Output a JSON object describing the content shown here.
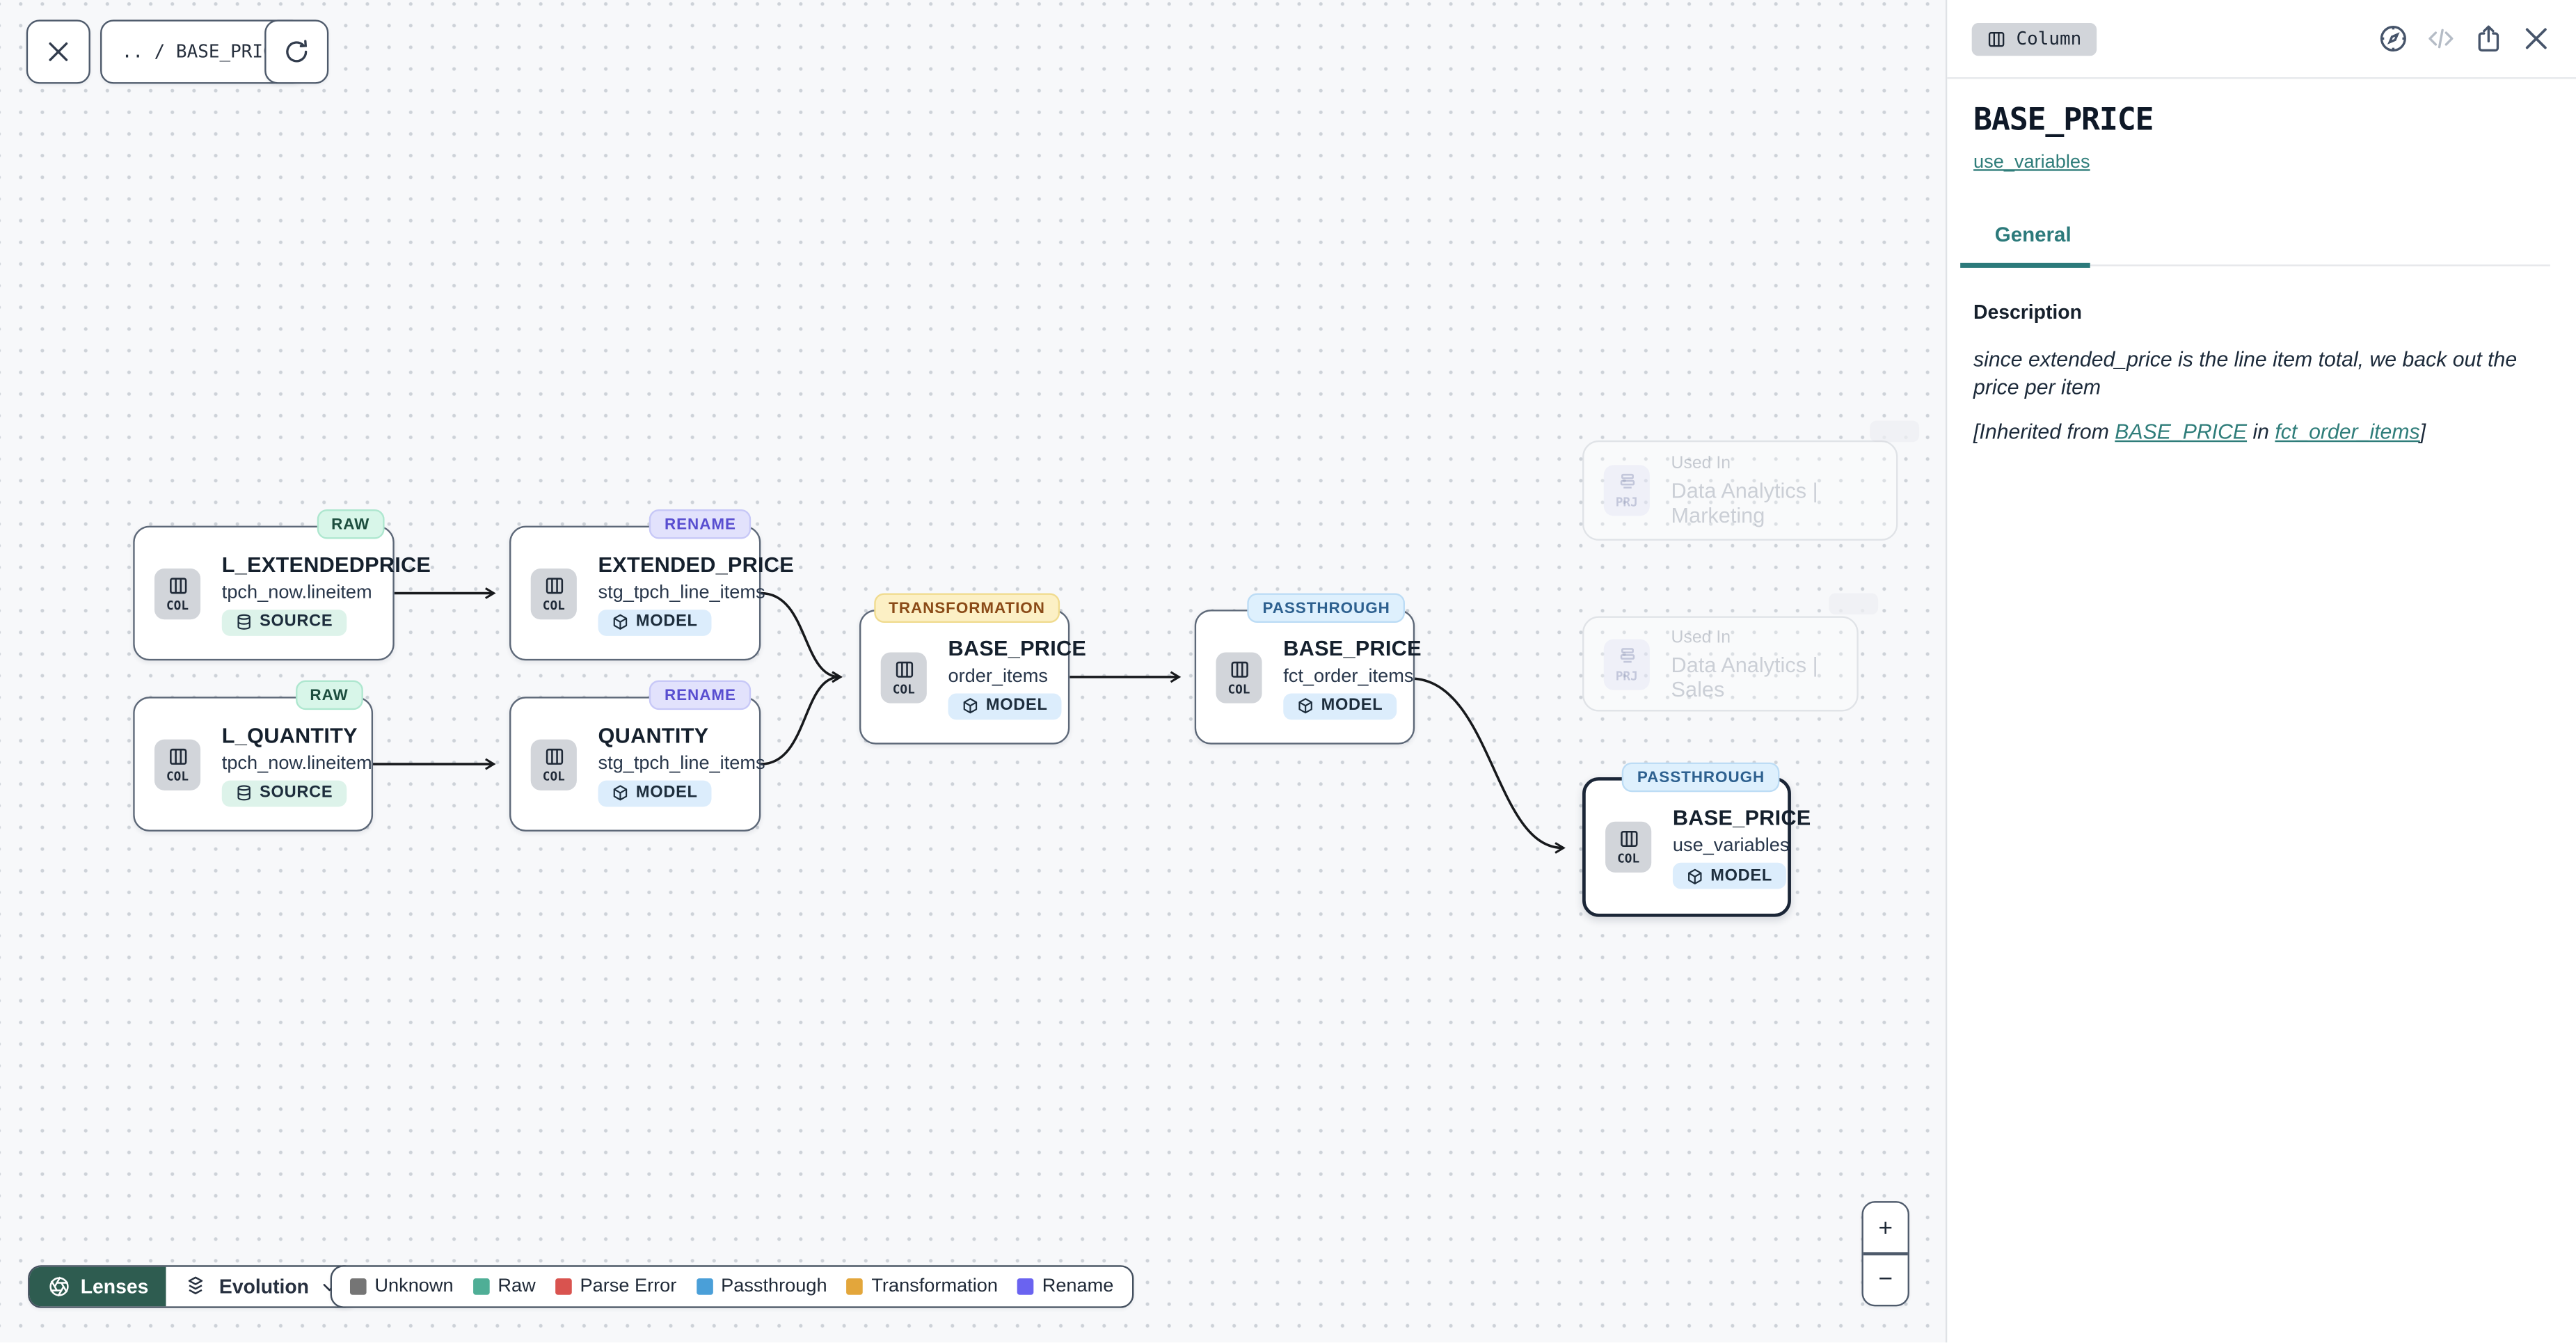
{
  "toolbar": {
    "breadcrumb": ".. / BASE_PRICE"
  },
  "canvas": {
    "nodes": [
      {
        "badge": "RAW",
        "entity": "COL",
        "title": "L_EXTENDEDPRICE",
        "subtitle": "tpch_now.lineitem",
        "pill": "SOURCE"
      },
      {
        "badge": "RENAME",
        "entity": "COL",
        "title": "EXTENDED_PRICE",
        "subtitle": "stg_tpch_line_items",
        "pill": "MODEL"
      },
      {
        "badge": "RAW",
        "entity": "COL",
        "title": "L_QUANTITY",
        "subtitle": "tpch_now.lineitem",
        "pill": "SOURCE"
      },
      {
        "badge": "RENAME",
        "entity": "COL",
        "title": "QUANTITY",
        "subtitle": "stg_tpch_line_items",
        "pill": "MODEL"
      },
      {
        "badge": "TRANSFORMATION",
        "entity": "COL",
        "title": "BASE_PRICE",
        "subtitle": "order_items",
        "pill": "MODEL"
      },
      {
        "badge": "PASSTHROUGH",
        "entity": "COL",
        "title": "BASE_PRICE",
        "subtitle": "fct_order_items",
        "pill": "MODEL"
      },
      {
        "badge": "PASSTHROUGH",
        "entity": "COL",
        "title": "BASE_PRICE",
        "subtitle": "use_variables",
        "pill": "MODEL",
        "selected": true
      }
    ],
    "used_in": [
      {
        "entity": "PRJ",
        "label": "Used In",
        "name": "Data Analytics | Marketing"
      },
      {
        "entity": "PRJ",
        "label": "Used In",
        "name": "Data Analytics | Sales"
      }
    ],
    "zoom_in": "+",
    "zoom_out": "−"
  },
  "lenses": {
    "button_label": "Lenses",
    "selected_lens": "Evolution"
  },
  "legend": {
    "items": [
      {
        "label": "Unknown",
        "color": "#757575"
      },
      {
        "label": "Raw",
        "color": "#4fae96"
      },
      {
        "label": "Parse Error",
        "color": "#d9534f"
      },
      {
        "label": "Passthrough",
        "color": "#4a9fd8"
      },
      {
        "label": "Transformation",
        "color": "#e3a63b"
      },
      {
        "label": "Rename",
        "color": "#6a63f0"
      }
    ]
  },
  "panel": {
    "type_badge": "Column",
    "title": "BASE_PRICE",
    "model_link": "use_variables",
    "tabs": [
      {
        "label": "General",
        "active": true
      }
    ],
    "description": {
      "heading": "Description",
      "body": "since extended_price is the line item total, we back out the price per item",
      "inherited_prefix": "[Inherited from ",
      "inherited_link_column": "BASE_PRICE",
      "inherited_infix": " in ",
      "inherited_link_model": "fct_order_items",
      "inherited_suffix": "]"
    }
  },
  "colors": {
    "accent": "#2c7a7b",
    "lenses_bg": "#2e5c50",
    "edge": "#17191c"
  }
}
